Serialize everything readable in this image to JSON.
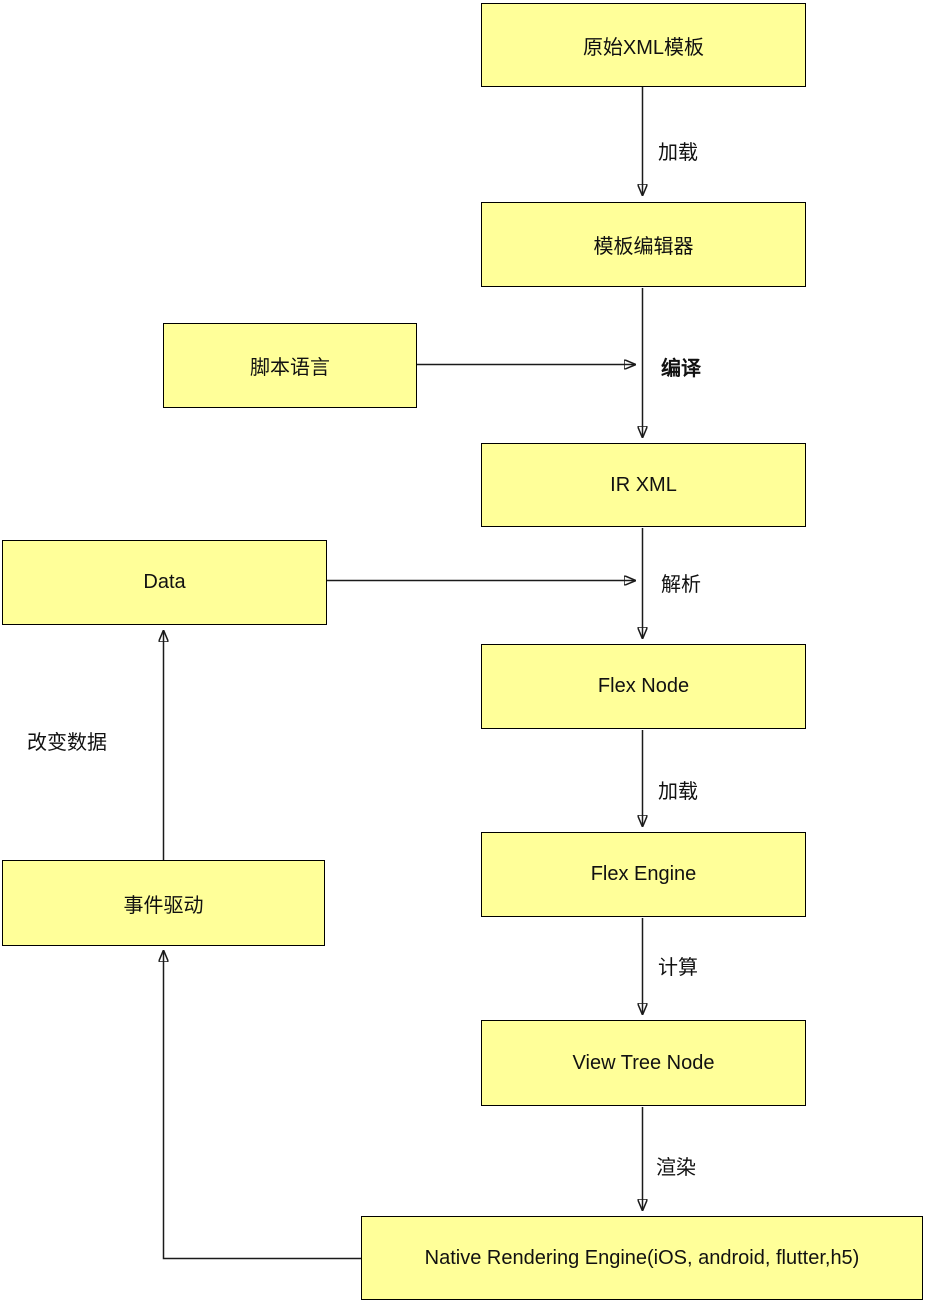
{
  "diagram": {
    "type": "flowchart",
    "colors": {
      "node_fill": "#FFFF99",
      "node_border": "#000000",
      "edge_line": "#1A1A1A",
      "text": "#111111",
      "background": "#FFFFFF"
    },
    "nodes": {
      "original_xml_template": {
        "label": "原始XML模板"
      },
      "template_editor": {
        "label": "模板编辑器"
      },
      "script_language": {
        "label": "脚本语言"
      },
      "ir_xml": {
        "label": "IR XML"
      },
      "data": {
        "label": "Data"
      },
      "flex_node": {
        "label": "Flex Node"
      },
      "flex_engine": {
        "label": "Flex Engine"
      },
      "event_driven": {
        "label": "事件驱动"
      },
      "view_tree_node": {
        "label": "View Tree Node"
      },
      "native_rendering_engine": {
        "label": "Native Rendering Engine(iOS, android, flutter,h5)"
      }
    },
    "edges": [
      {
        "from": "original_xml_template",
        "to": "template_editor",
        "label": "加载"
      },
      {
        "from": "template_editor",
        "to": "ir_xml",
        "label": "编译"
      },
      {
        "from": "script_language",
        "to": "compile-step",
        "label": ""
      },
      {
        "from": "ir_xml",
        "to": "flex_node",
        "label": "解析"
      },
      {
        "from": "data",
        "to": "parse-step",
        "label": ""
      },
      {
        "from": "flex_node",
        "to": "flex_engine",
        "label": "加载"
      },
      {
        "from": "flex_engine",
        "to": "view_tree_node",
        "label": "计算"
      },
      {
        "from": "view_tree_node",
        "to": "native_rendering_engine",
        "label": "渲染"
      },
      {
        "from": "event_driven",
        "to": "data",
        "label": "改变数据"
      },
      {
        "from": "native_rendering_engine",
        "to": "event_driven",
        "label": ""
      }
    ]
  }
}
